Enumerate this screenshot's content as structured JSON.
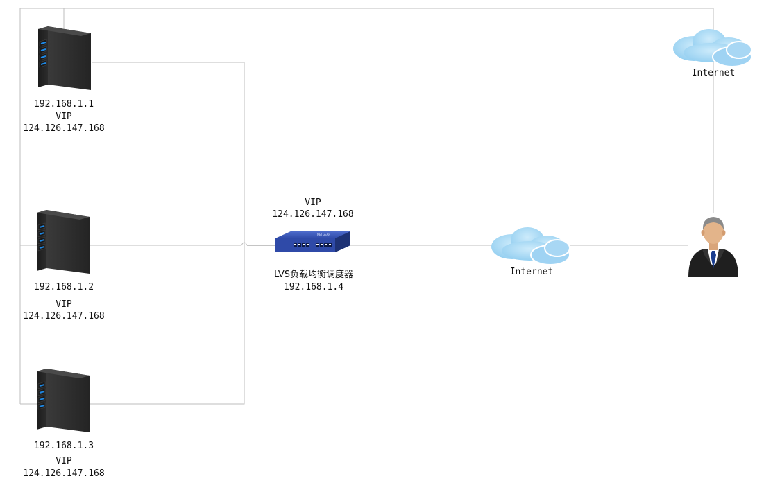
{
  "servers": [
    {
      "ip": "192.168.1.1",
      "vip_label": "VIP",
      "vip": "124.126.147.168"
    },
    {
      "ip": "192.168.1.2",
      "vip_label": "VIP",
      "vip": "124.126.147.168"
    },
    {
      "ip": "192.168.1.3",
      "vip_label": "VIP",
      "vip": "124.126.147.168"
    }
  ],
  "load_balancer": {
    "vip_label": "VIP",
    "vip": "124.126.147.168",
    "name": "LVS负载均衡调度器",
    "ip": "192.168.1.4",
    "brand": "NETGEAR"
  },
  "clouds": {
    "middle": {
      "label": "Internet"
    },
    "top_right": {
      "label": "Internet"
    }
  },
  "colors": {
    "line": "#bdbdbd",
    "line_dark": "#999999",
    "server_body": "#2e2e2e",
    "server_led": "#1e88e5",
    "switch_body": "#2f4aa8",
    "cloud": "#a9d6f2",
    "user_suit": "#222222",
    "user_tie": "#1a3d8f"
  }
}
